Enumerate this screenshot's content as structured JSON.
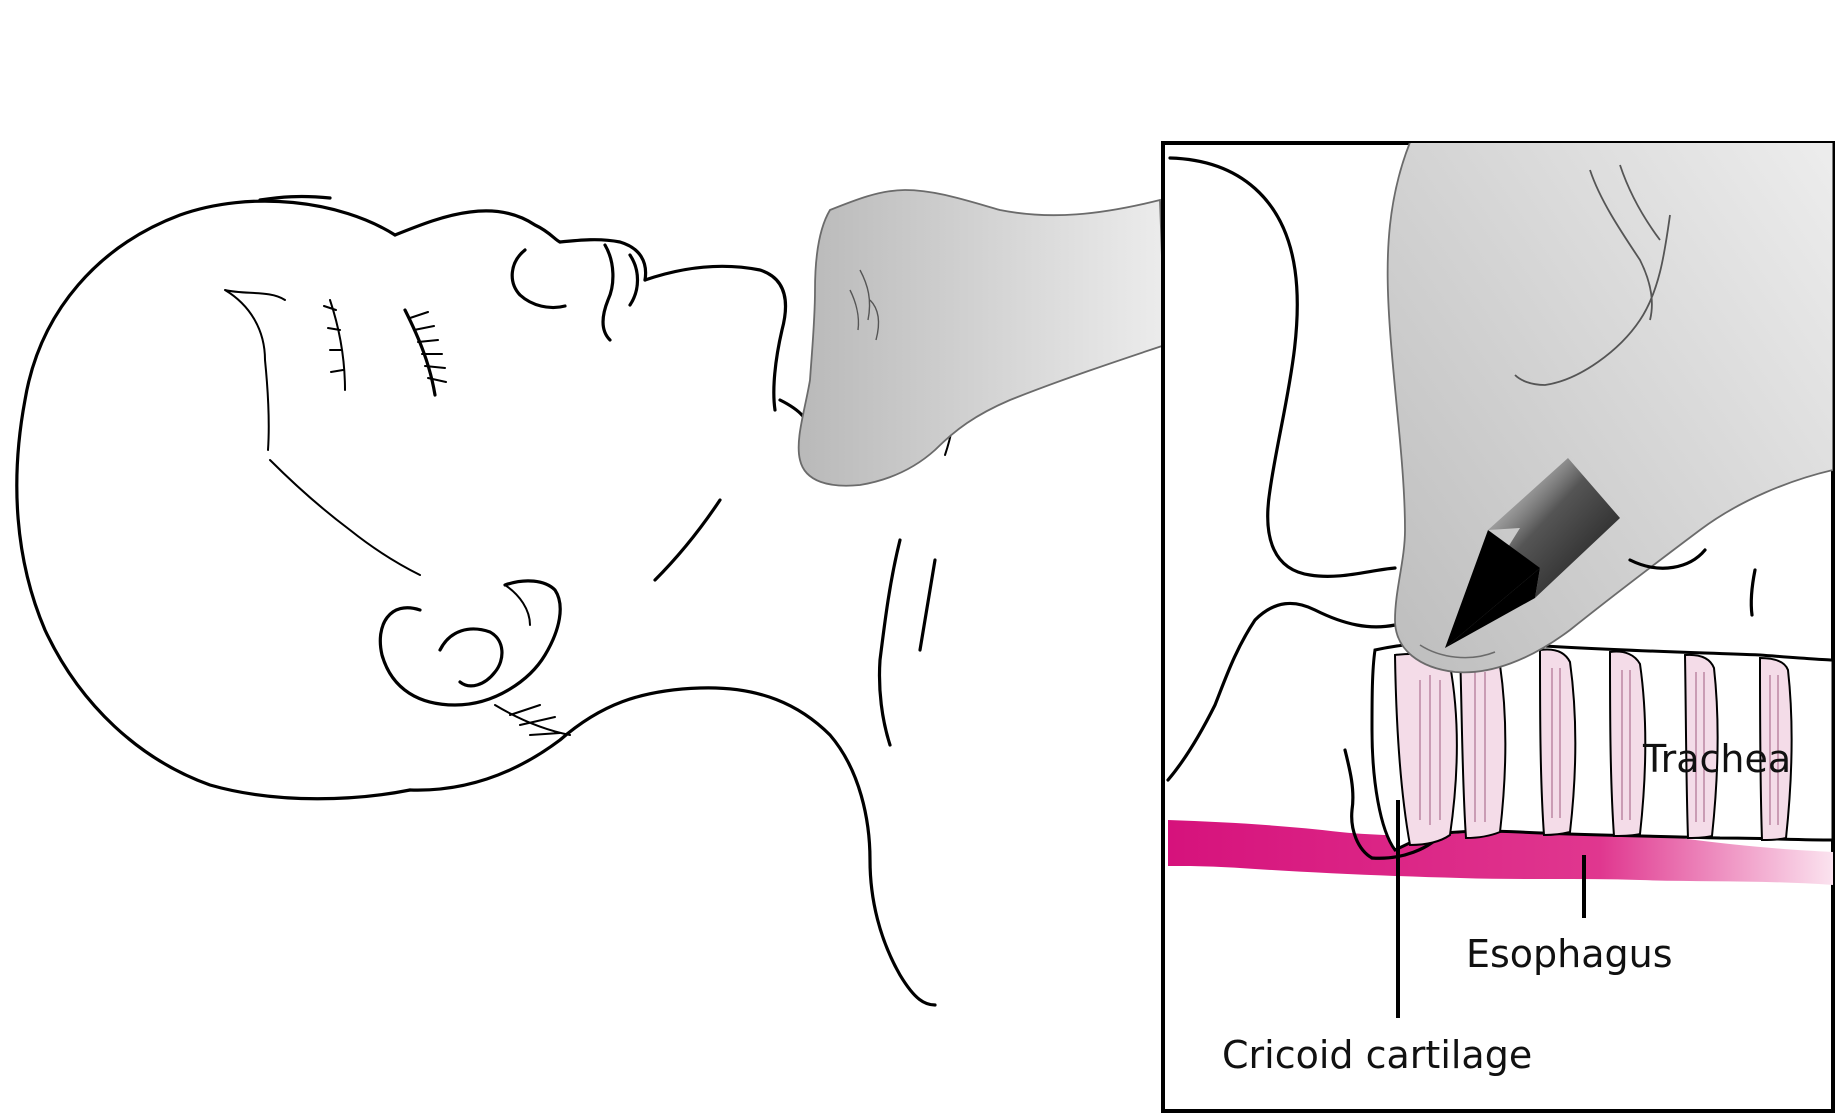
{
  "labels": {
    "trachea": "Trachea",
    "esophagus": "Esophagus",
    "cricoid": "Cricoid cartilage"
  },
  "colors": {
    "esophagus": "#d6127c",
    "glove": "#c4c4c4",
    "ink": "#000000",
    "trachea_ring": "#c48aa8"
  }
}
